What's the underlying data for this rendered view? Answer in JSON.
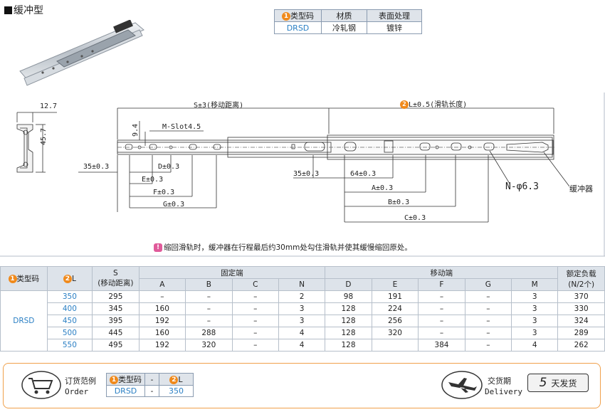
{
  "title": "缓冲型",
  "material_table": {
    "headers": {
      "num": "1",
      "type_code": "类型码",
      "material": "材质",
      "surface": "表面处理"
    },
    "row": {
      "type_code": "DRSD",
      "material": "冷轧钢",
      "surface": "镀锌"
    }
  },
  "drawing": {
    "dim_12_7": "12.7",
    "dim_45_7": "45.7",
    "dim_9_4": "9.4",
    "stroke": "S±3(移动距离)",
    "rail_len_num": "2",
    "rail_len": "L±0.5(滑轨长度)",
    "slot": "M-Slot4.5",
    "d35_left": "35±0.3",
    "D": "D±0.3",
    "E": "E±0.3",
    "F": "F±0.3",
    "G": "G±0.3",
    "d35_mid": "35±0.3",
    "d64": "64±0.3",
    "A": "A±0.3",
    "B": "B±0.3",
    "C": "C±0.3",
    "holes": "N-φ6.3",
    "buffer": "缓冲器",
    "note": "缩回滑轨时，缓冲器在行程最后约30mm处勾住滑轨并使其缓慢缩回原处。",
    "note_icon": "!"
  },
  "main_table": {
    "h_type": "类型码",
    "h_L": "L",
    "h_S": "S",
    "h_S2": "(移动距离)",
    "h_fixed": "固定端",
    "h_moving": "移动端",
    "h_load": "额定负载",
    "h_load2": "(N/2个)",
    "sub": [
      "A",
      "B",
      "C",
      "N",
      "D",
      "E",
      "F",
      "G",
      "M"
    ],
    "type": "DRSD",
    "rows": [
      {
        "L": "350",
        "S": "295",
        "A": "–",
        "B": "–",
        "C": "–",
        "N": "2",
        "D": "98",
        "E": "191",
        "F": "–",
        "G": "–",
        "M": "3",
        "load": "370"
      },
      {
        "L": "400",
        "S": "345",
        "A": "160",
        "B": "–",
        "C": "–",
        "N": "3",
        "D": "128",
        "E": "224",
        "F": "–",
        "G": "–",
        "M": "3",
        "load": "330"
      },
      {
        "L": "450",
        "S": "395",
        "A": "192",
        "B": "–",
        "C": "–",
        "N": "3",
        "D": "128",
        "E": "256",
        "F": "–",
        "G": "–",
        "M": "3",
        "load": "324"
      },
      {
        "L": "500",
        "S": "445",
        "A": "160",
        "B": "288",
        "C": "–",
        "N": "4",
        "D": "128",
        "E": "320",
        "F": "–",
        "G": "–",
        "M": "3",
        "load": "289"
      },
      {
        "L": "550",
        "S": "495",
        "A": "192",
        "B": "320",
        "C": "–",
        "N": "4",
        "D": "128",
        "E": "",
        "F": "384",
        "G": "–",
        "M": "4",
        "load": "262"
      }
    ]
  },
  "order": {
    "label_cn": "订货范例",
    "label_en": "Order",
    "h_type": "类型码",
    "h_L": "L",
    "dash": "-",
    "type": "DRSD",
    "L": "350"
  },
  "delivery": {
    "label_cn": "交货期",
    "label_en": "Delivery",
    "days": "5",
    "unit": "天发货"
  }
}
